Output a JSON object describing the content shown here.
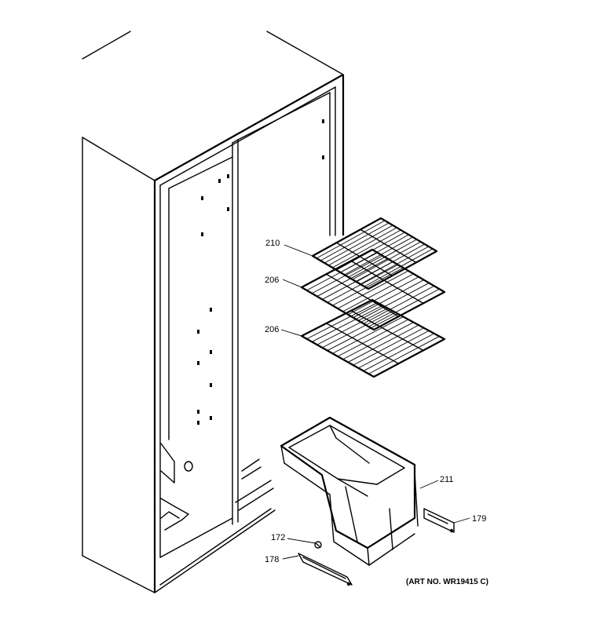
{
  "callouts": {
    "shelf_top": "210",
    "shelf_middle": "206",
    "shelf_bottom": "206",
    "bin": "211",
    "bracket_right": "179",
    "screw": "172",
    "bracket_left": "178"
  },
  "art_number": "(ART NO. WR19415 C)"
}
